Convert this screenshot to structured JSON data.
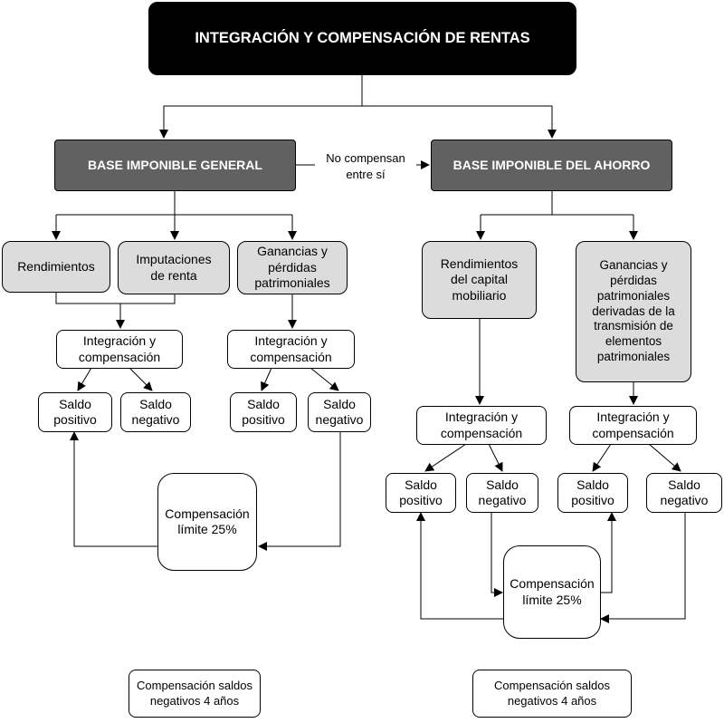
{
  "title": "INTEGRACIÓN Y COMPENSACIÓN DE RENTAS",
  "no_compensan": "No compensan\nentre sí",
  "left": {
    "base": "BASE IMPONIBLE GENERAL",
    "rendimientos": "Rendimientos",
    "imputaciones": "Imputaciones\nde renta",
    "ganancias": "Ganancias y\npérdidas\npatrimoniales",
    "integracion_1": "Integración y\ncompensación",
    "integracion_2": "Integración y\ncompensación",
    "saldo_pos_1": "Saldo\npositivo",
    "saldo_neg_1": "Saldo\nnegativo",
    "saldo_pos_2": "Saldo\npositivo",
    "saldo_neg_2": "Saldo\nnegativo",
    "compensacion_limite": "Compensación\nlímite 25%",
    "saldos_negativos": "Compensación saldos\nnegativos 4 años"
  },
  "right": {
    "base": "BASE IMPONIBLE DEL AHORRO",
    "rendimientos_capital": "Rendimientos\ndel capital\nmobiliario",
    "ganancias_transmision": "Ganancias y\npérdidas\npatrimoniales\nderivadas de la\ntransmisión de\nelementos\npatrimoniales",
    "integracion_1": "Integración y\ncompensación",
    "integracion_2": "Integración y\ncompensación",
    "saldo_pos_1": "Saldo\npositivo",
    "saldo_neg_1": "Saldo\nnegativo",
    "saldo_pos_2": "Saldo\npositivo",
    "saldo_neg_2": "Saldo\nnegativo",
    "compensacion_limite": "Compensación\nlímite 25%",
    "saldos_negativos": "Compensación saldos\nnegativos 4 años"
  }
}
